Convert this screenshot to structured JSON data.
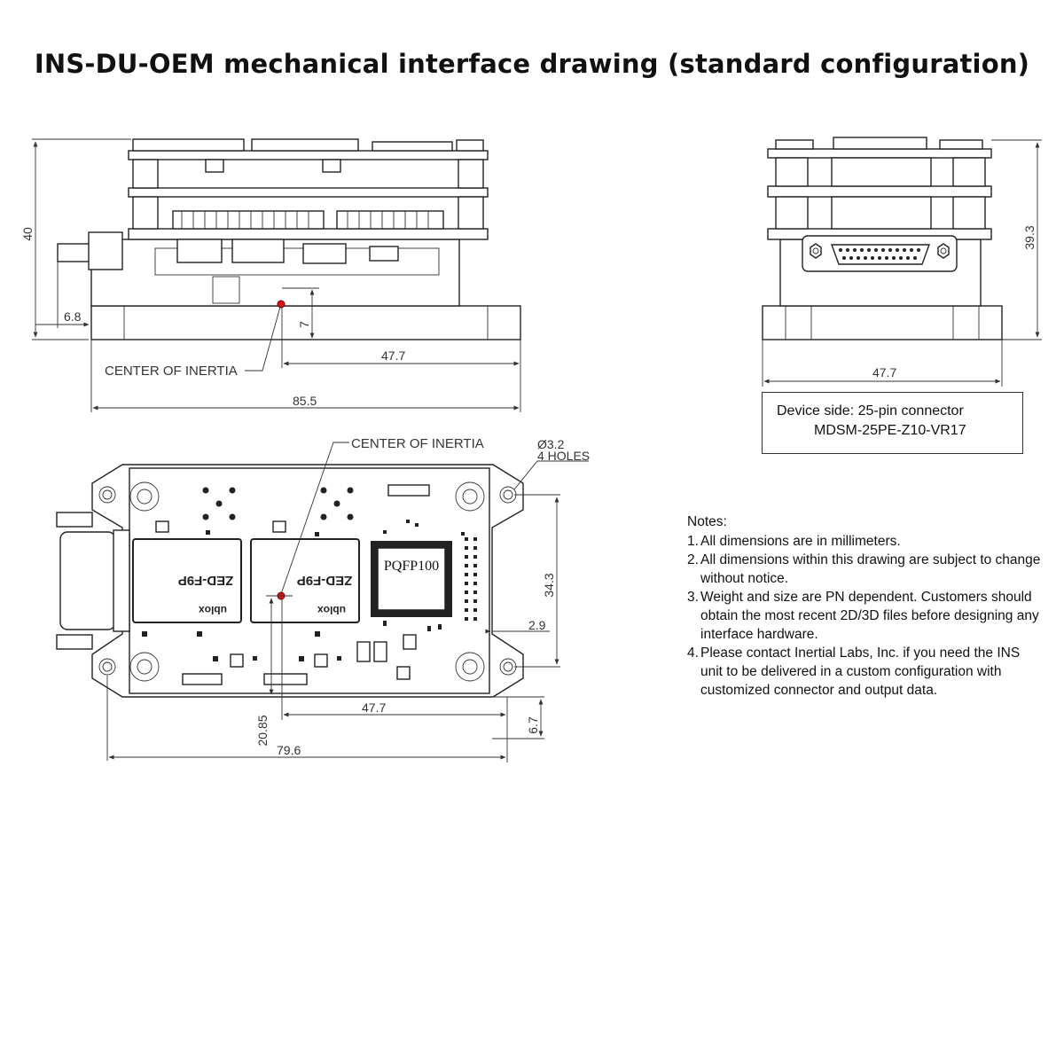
{
  "title": "INS-DU-OEM mechanical interface drawing (standard configuration)",
  "side_view": {
    "dim_height": "40",
    "dim_left_offset": "6.8",
    "dim_vertical_ci": "7",
    "dim_ci_to_edge": "47.7",
    "dim_total_length": "85.5",
    "label_center": "CENTER OF INERTIA"
  },
  "end_view": {
    "dim_height": "39.3",
    "dim_width": "47.7"
  },
  "connector_box": {
    "line1": "Device side: 25-pin connector",
    "line2": "MDSM-25PE-Z10-VR17"
  },
  "top_view": {
    "label_center": "CENTER OF INERTIA",
    "hole_diameter": "Ø3.2",
    "hole_count": "4 HOLES",
    "dim_hole_spacing": "34.3",
    "dim_edge": "2.9",
    "dim_ci_x": "47.7",
    "dim_ci_y": "20.85",
    "dim_bottom": "6.7",
    "dim_width": "79.6",
    "chip_label": "PQFP100",
    "module_label": "ZED-F9P",
    "module_brand": "ublox"
  },
  "notes": {
    "heading": "Notes:",
    "items": [
      {
        "num": "1.",
        "text": "All dimensions are in millimeters."
      },
      {
        "num": "2.",
        "text": "All dimensions within this drawing are subject to change without notice."
      },
      {
        "num": "3.",
        "text": "Weight and size are PN dependent. Customers should obtain the most recent 2D/3D files before designing any interface hardware."
      },
      {
        "num": "4.",
        "text": "Please contact Inertial Labs, Inc. if you need the INS unit to be delivered in a custom configuration with customized connector and output data."
      }
    ]
  }
}
